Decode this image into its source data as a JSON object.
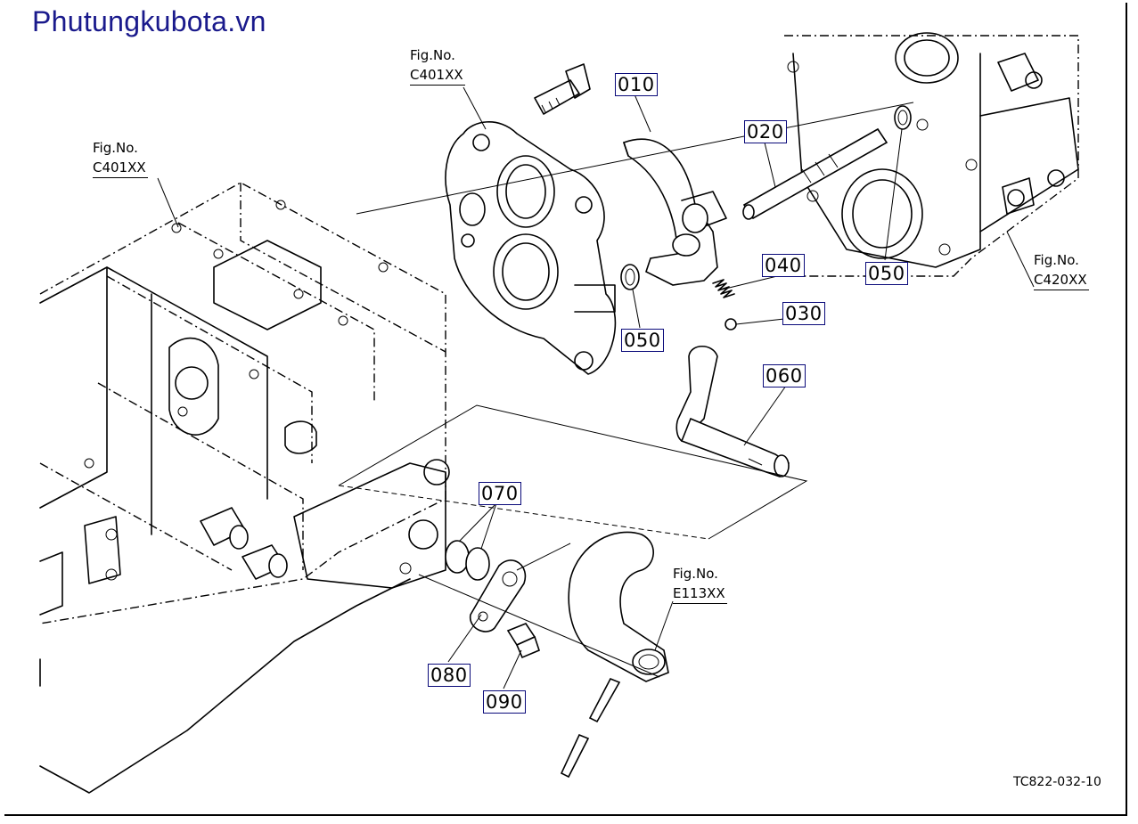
{
  "site": {
    "title": "Phutungkubota.vn"
  },
  "figure_refs": [
    {
      "label": "Fig.No.",
      "code": "C401XX"
    },
    {
      "label": "Fig.No.",
      "code": "C401XX"
    },
    {
      "label": "Fig.No.",
      "code": "C420XX"
    },
    {
      "label": "Fig.No.",
      "code": "E113XX"
    }
  ],
  "callouts": [
    {
      "label": "010"
    },
    {
      "label": "020"
    },
    {
      "label": "040"
    },
    {
      "label": "030"
    },
    {
      "label": "050"
    },
    {
      "label": "050"
    },
    {
      "label": "060"
    },
    {
      "label": "070"
    },
    {
      "label": "080"
    },
    {
      "label": "090"
    }
  ],
  "drawing_id": "TC822-032-10"
}
